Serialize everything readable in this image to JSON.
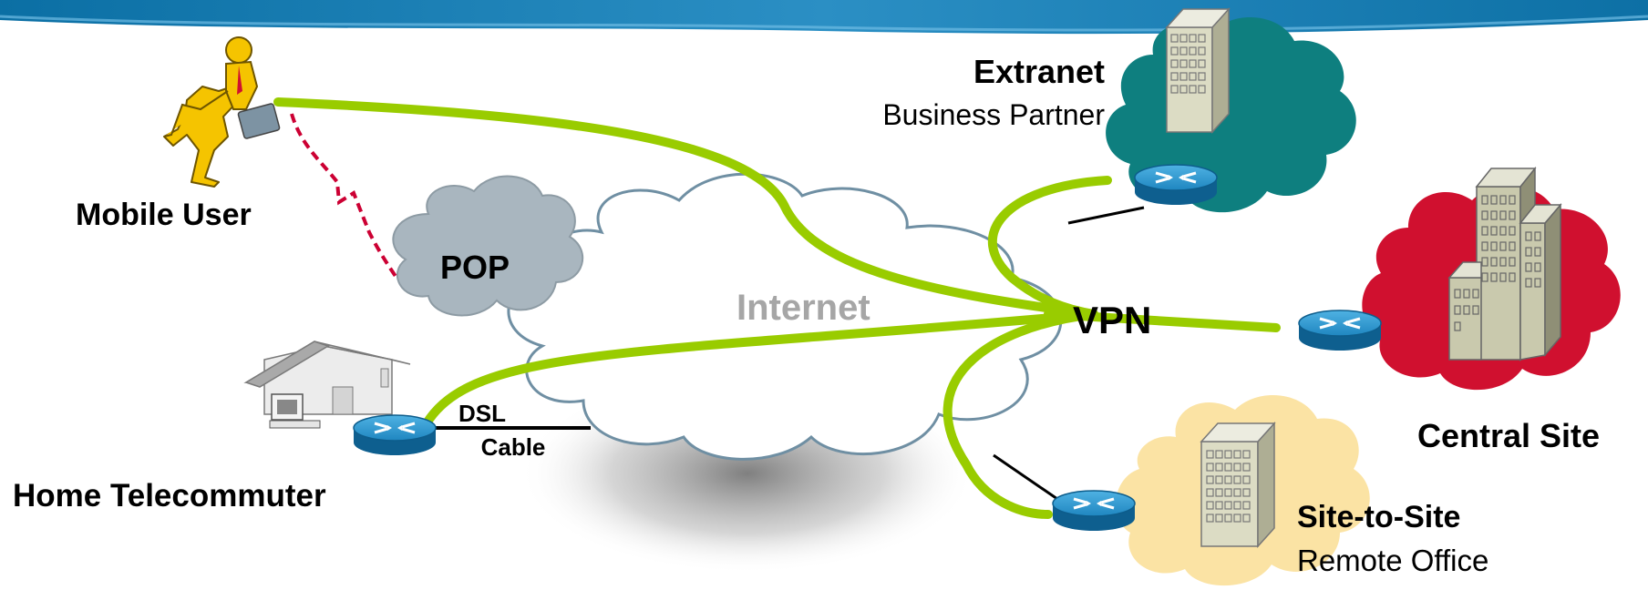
{
  "labels": {
    "mobile_user": "Mobile User",
    "pop": "POP",
    "internet": "Internet",
    "vpn": "VPN",
    "home_telecommuter": "Home Telecommuter",
    "dsl": "DSL",
    "cable": "Cable",
    "extranet": "Extranet",
    "business_partner": "Business Partner",
    "central_site": "Central Site",
    "site_to_site": "Site-to-Site",
    "remote_office": "Remote Office"
  },
  "colors": {
    "tunnel": "#99CC00",
    "dialup": "#CC0033",
    "extranet_cloud": "#0E7F7F",
    "central_cloud": "#D0102F",
    "remote_cloud": "#FBE3A4",
    "pop_cloud": "#A9B6BF",
    "internet_text": "#A6A6A6",
    "router": "#1E8CC4"
  },
  "icons": [
    "running-businessman-icon",
    "house-computer-icon",
    "office-building-icon",
    "tower-building-icon",
    "router-icon",
    "cloud-icon"
  ]
}
